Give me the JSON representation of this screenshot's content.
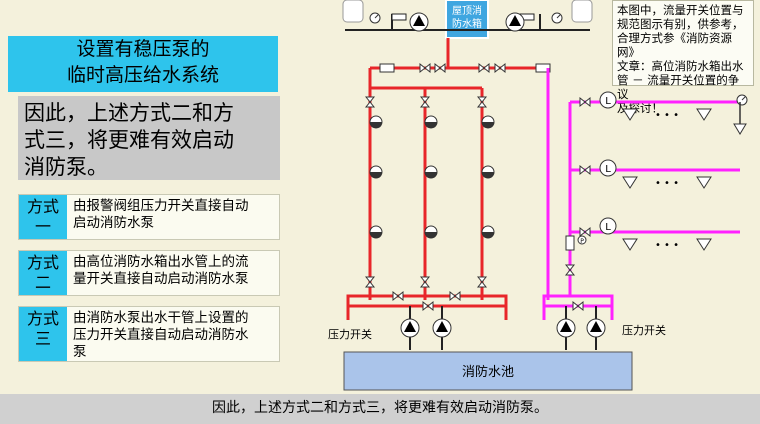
{
  "title": {
    "line1": "设置有稳压泵的",
    "line2": "临时高压给水系统"
  },
  "summary": {
    "line1": "因此，上述方式二和方",
    "line2": "式三，将更难有效启动",
    "line3": "消防泵。"
  },
  "methods": [
    {
      "tag_line1": "方式",
      "tag_line2": "一",
      "desc_line1": "由报警阀组压力开关直接自动",
      "desc_line2": "启动消防水泵"
    },
    {
      "tag_line1": "方式",
      "tag_line2": "二",
      "desc_line1": "由高位消防水箱出水管上的流",
      "desc_line2": "量开关直接自动启动消防水泵"
    },
    {
      "tag_line1": "方式",
      "tag_line2": "三",
      "desc_line1": "由消防水泵出水干管上设置的",
      "desc_line2": "压力开关直接自动启动消防水",
      "desc_line3": "泵"
    }
  ],
  "note": {
    "line1": "本图中，流量开关位置与",
    "line2": "规范图示有别，供参考，",
    "line3": "合理方式参《消防资源网》",
    "line4": "文章：高位消防水箱出水",
    "line5": "管 － 流量开关位置的争议",
    "line6": "及探讨！"
  },
  "diagram": {
    "roof_tank_line1": "屋顶消",
    "roof_tank_line2": "防水箱",
    "pressure_switch_left": "压力开关",
    "pressure_switch_right": "压力开关",
    "pool_label": "消防水池",
    "flow_meter_label": "L",
    "pressure_gauge_label": "P",
    "ellipsis": "• • •"
  },
  "footer": {
    "text": "因此，上述方式二和方式三，将更难有效启动消防泵。"
  },
  "colors": {
    "red_pipe": "#e8262a",
    "magenta_pipe": "#ff22ff",
    "cyan_panel": "#2ec4ec",
    "pool": "#aac4ea",
    "tank": "#3fa6e0"
  }
}
